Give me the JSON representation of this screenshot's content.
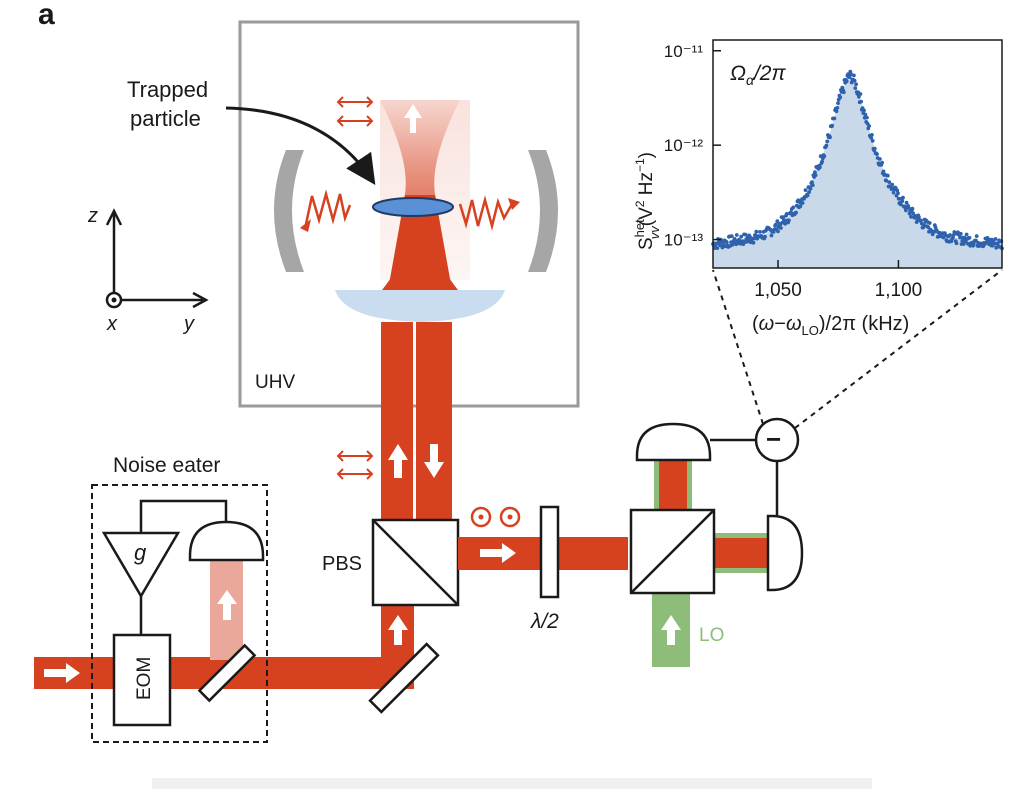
{
  "panel_label": "a",
  "labels": {
    "trapped_particle_line1": "Trapped",
    "trapped_particle_line2": "particle",
    "uhv": "UHV",
    "noise_eater": "Noise eater",
    "gain": "g",
    "eom": "EOM",
    "pbs": "PBS",
    "half_wave_plate": "λ/2",
    "lo": "LO",
    "axis_z": "z",
    "axis_x": "x",
    "axis_y": "y",
    "subtract_symbol": "−"
  },
  "colors": {
    "laser": "#d6411f",
    "laser_light": "#eaa89a",
    "lo_beam": "#8dbd78",
    "lens": "#c4d8ee",
    "particle": "#5a90d6",
    "mirror_grey": "#a6a6a6",
    "spectrum_fill": "#c9d9ea",
    "spectrum_points": "#2f62ad"
  },
  "chart_data": {
    "type": "scatter",
    "title": "Ωα/2π",
    "xlabel": "(ω−ωLO)/2π (kHz)",
    "ylabel": "Svv het (V² Hz⁻¹)",
    "x_ticks": [
      1050,
      1100
    ],
    "x_tick_labels": [
      "1,050",
      "1,100"
    ],
    "y_ticks": [
      1e-13,
      1e-12,
      1e-11
    ],
    "y_tick_labels": [
      "10⁻¹³",
      "10⁻¹²",
      "10⁻¹¹"
    ],
    "xlim": [
      1023,
      1143
    ],
    "ylim": [
      5e-14,
      1.3e-11
    ],
    "y_scale": "log",
    "grid": false,
    "series": [
      {
        "x": [
          1023,
          1030,
          1035,
          1040,
          1045,
          1050,
          1055,
          1060,
          1063,
          1066,
          1069,
          1072,
          1074,
          1076,
          1078,
          1079,
          1080,
          1081,
          1082,
          1084,
          1086,
          1088,
          1090,
          1093,
          1096,
          1100,
          1105,
          1110,
          1115,
          1120,
          1130,
          1143
        ],
        "y": [
          9e-14,
          9.5e-14,
          1e-13,
          1.05e-13,
          1.15e-13,
          1.4e-13,
          1.8e-13,
          2.7e-13,
          3.6e-13,
          5.3e-13,
          8.4e-13,
          1.45e-12,
          2.2e-12,
          3.3e-12,
          4.6e-12,
          5.2e-12,
          5.4e-12,
          5.1e-12,
          4.5e-12,
          3.2e-12,
          2.1e-12,
          1.4e-12,
          9.5e-13,
          6e-13,
          4.1e-13,
          2.8e-13,
          1.95e-13,
          1.5e-13,
          1.25e-13,
          1.1e-13,
          9.8e-14,
          9e-14
        ]
      }
    ]
  }
}
